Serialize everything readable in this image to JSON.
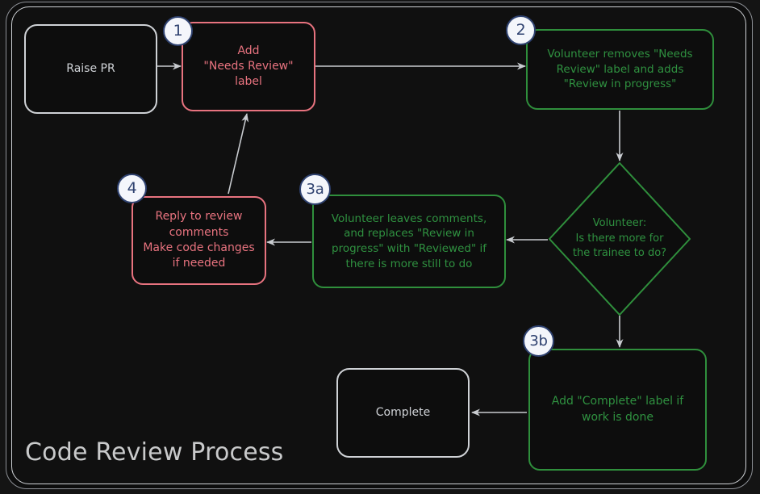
{
  "diagram": {
    "title": "Code Review Process",
    "colors": {
      "background": "#0d0d0d",
      "frame": "#cfd2d6",
      "neutral": "#cfd2d6",
      "red": "#e8737f",
      "green": "#2f9140",
      "badge_fill": "#f4f6fb",
      "badge_stroke": "#2f4270",
      "arrow": "#c9ccd0"
    },
    "nodes": [
      {
        "id": "raise-pr",
        "label": "Raise PR",
        "color": "neutral",
        "shape": "rounded-rect"
      },
      {
        "id": "step-1",
        "label": "Add\n\"Needs Review\"\nlabel",
        "color": "red",
        "shape": "rounded-rect",
        "badge": "1"
      },
      {
        "id": "step-2",
        "label": "Volunteer removes \"Needs\nReview\" label and adds\n\"Review in progress\"",
        "color": "green",
        "shape": "rounded-rect",
        "badge": "2"
      },
      {
        "id": "decision",
        "label": "Volunteer:\nIs there more for\nthe trainee to do?",
        "color": "green",
        "shape": "diamond"
      },
      {
        "id": "step-3a",
        "label": "Volunteer leaves comments,\nand replaces \"Review in\nprogress\" with \"Reviewed\" if\nthere is more still to do",
        "color": "green",
        "shape": "rounded-rect",
        "badge": "3a"
      },
      {
        "id": "step-3b",
        "label": "Add \"Complete\" label if\nwork is done",
        "color": "green",
        "shape": "rounded-rect",
        "badge": "3b"
      },
      {
        "id": "step-4",
        "label": "Reply to review\ncomments\nMake code changes\nif needed",
        "color": "red",
        "shape": "rounded-rect",
        "badge": "4"
      },
      {
        "id": "complete",
        "label": "Complete",
        "color": "neutral",
        "shape": "rounded-rect"
      }
    ],
    "edges": [
      {
        "from": "raise-pr",
        "to": "step-1",
        "label": ""
      },
      {
        "from": "step-1",
        "to": "step-2",
        "label": ""
      },
      {
        "from": "step-2",
        "to": "decision",
        "label": ""
      },
      {
        "from": "decision",
        "to": "step-3a",
        "label": ""
      },
      {
        "from": "decision",
        "to": "step-3b",
        "label": ""
      },
      {
        "from": "step-3a",
        "to": "step-4",
        "label": ""
      },
      {
        "from": "step-4",
        "to": "step-1",
        "label": ""
      },
      {
        "from": "step-3b",
        "to": "complete",
        "label": ""
      }
    ],
    "badges": [
      {
        "id": "1",
        "text": "1"
      },
      {
        "id": "2",
        "text": "2"
      },
      {
        "id": "3a",
        "text": "3a"
      },
      {
        "id": "3b",
        "text": "3b"
      },
      {
        "id": "4",
        "text": "4"
      }
    ]
  }
}
